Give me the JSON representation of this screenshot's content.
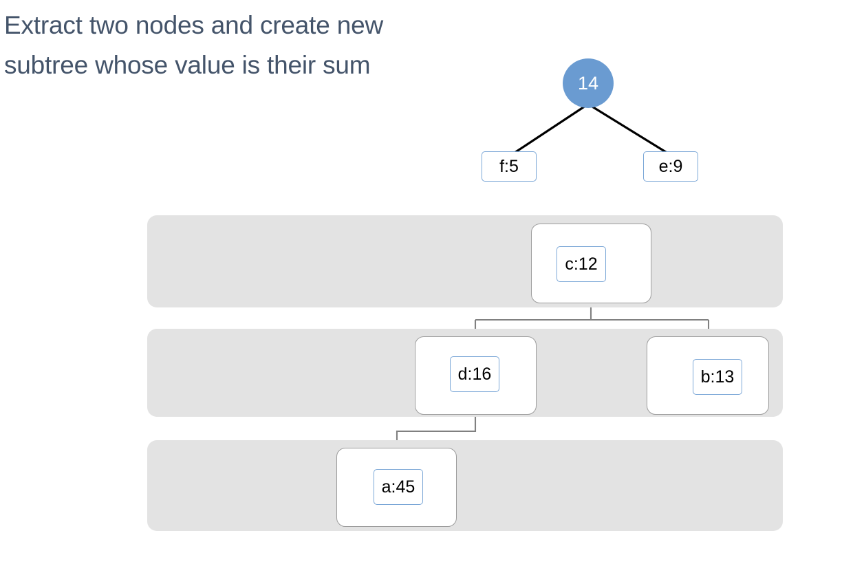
{
  "slide": {
    "title": "Extract two nodes and create new subtree whose value is their sum",
    "background_color": "#ffffff"
  },
  "colors": {
    "title_text": "#44546a",
    "root_circle_fill": "#6a9bd1",
    "root_circle_text": "#ffffff",
    "chip_border": "#7ba7d7",
    "chip_fill": "#ffffff",
    "chip_text": "#000000",
    "orgnode_border": "#9c9c9c",
    "orgnode_fill": "#ffffff",
    "band_fill": "#e3e3e3",
    "edge_black": "#000000",
    "edge_gray": "#808080"
  },
  "new_subtree": {
    "root": {
      "label": "14",
      "shape": "circle"
    },
    "children": [
      {
        "label": "f:5",
        "shape": "rounded-rect"
      },
      {
        "label": "e:9",
        "shape": "rounded-rect"
      }
    ]
  },
  "heap_tree": {
    "levels": [
      {
        "name": "level-1",
        "nodes": [
          {
            "label": "c:12"
          }
        ]
      },
      {
        "name": "level-2",
        "nodes": [
          {
            "label": "d:16"
          },
          {
            "label": "b:13"
          }
        ]
      },
      {
        "name": "level-3",
        "nodes": [
          {
            "label": "a:45"
          }
        ]
      }
    ]
  }
}
